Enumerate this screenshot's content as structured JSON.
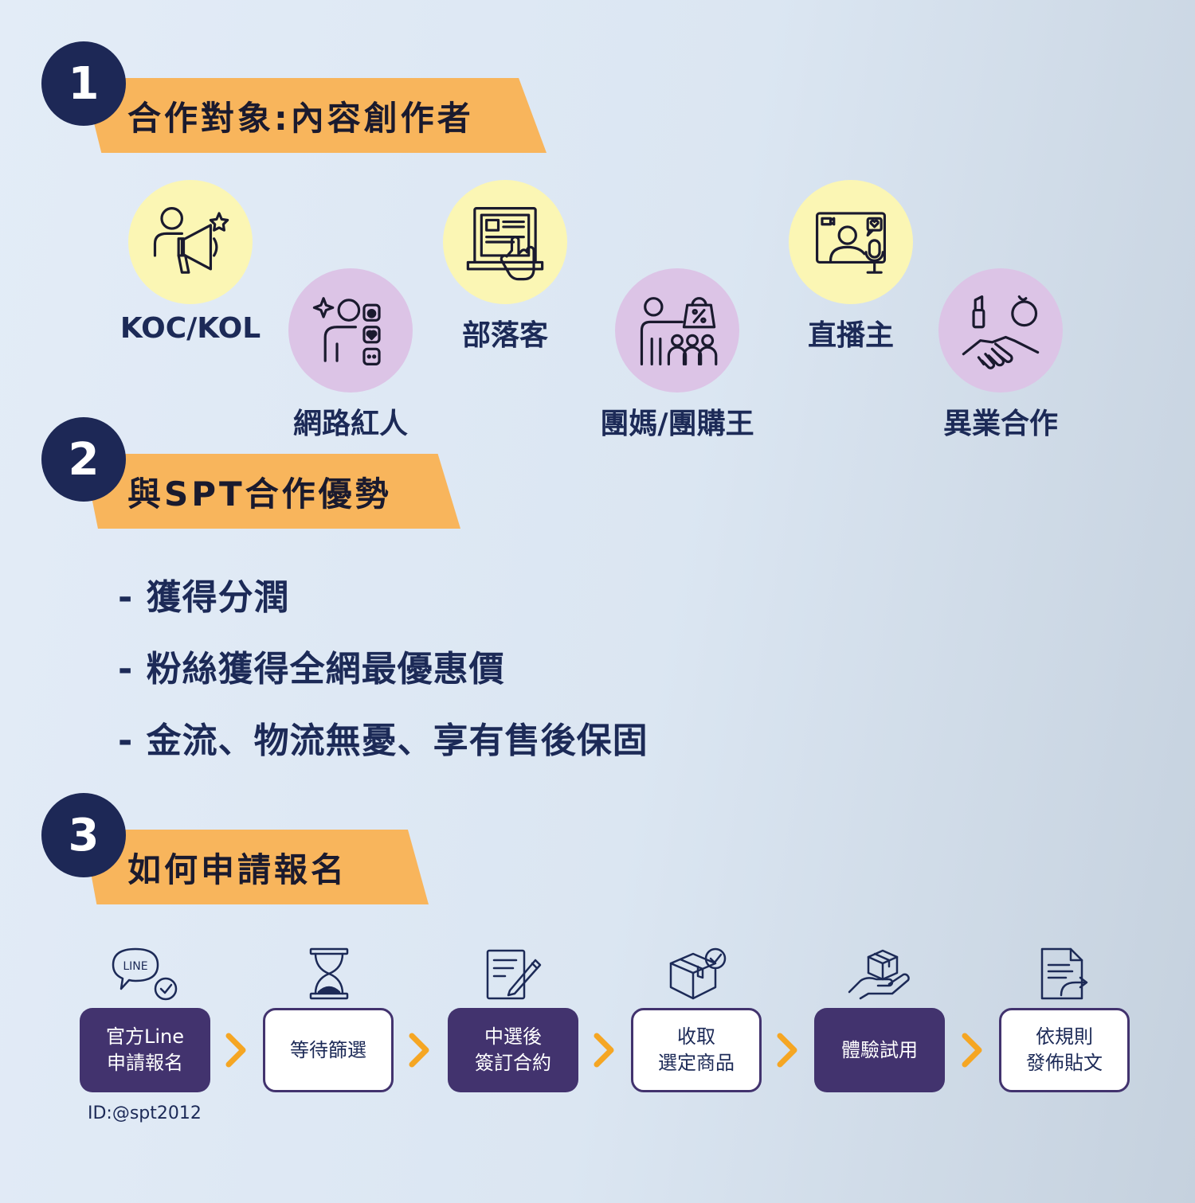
{
  "sections": [
    {
      "number": "1",
      "title": "合作對象:內容創作者"
    },
    {
      "number": "2",
      "title": "與SPT合作優勢"
    },
    {
      "number": "3",
      "title": "如何申請報名"
    }
  ],
  "categories": [
    {
      "label": "KOC/KOL",
      "icon": "megaphone-person-icon",
      "color": "yellow"
    },
    {
      "label": "網路紅人",
      "icon": "influencer-social-icon",
      "color": "purple"
    },
    {
      "label": "部落客",
      "icon": "blog-article-icon",
      "color": "yellow"
    },
    {
      "label": "團媽/團購王",
      "icon": "group-buy-leader-icon",
      "color": "purple"
    },
    {
      "label": "直播主",
      "icon": "live-stream-icon",
      "color": "yellow"
    },
    {
      "label": "異業合作",
      "icon": "handshake-partnership-icon",
      "color": "purple"
    }
  ],
  "benefits": [
    "- 獲得分潤",
    "- 粉絲獲得全網最優惠價",
    "- 金流、物流無憂、享有售後保固"
  ],
  "steps": [
    {
      "label": "官方Line\n申請報名",
      "icon": "line-check-icon",
      "style": "dark"
    },
    {
      "label": "等待篩選",
      "icon": "hourglass-icon",
      "style": "light"
    },
    {
      "label": "中選後\n簽訂合約",
      "icon": "contract-sign-icon",
      "style": "dark"
    },
    {
      "label": "收取\n選定商品",
      "icon": "package-check-icon",
      "style": "light"
    },
    {
      "label": "體驗試用",
      "icon": "hand-box-icon",
      "style": "dark"
    },
    {
      "label": "依規則\n發佈貼文",
      "icon": "document-share-icon",
      "style": "light"
    }
  ],
  "line_icon_text": "LINE",
  "line_id": "ID:@spt2012",
  "colors": {
    "navy": "#1d2856",
    "orange": "#f8b55c",
    "yellow_circle": "#fbf6b4",
    "purple_circle": "#dcc4e6",
    "step_dark": "#42336e",
    "arrow": "#f5a623"
  }
}
